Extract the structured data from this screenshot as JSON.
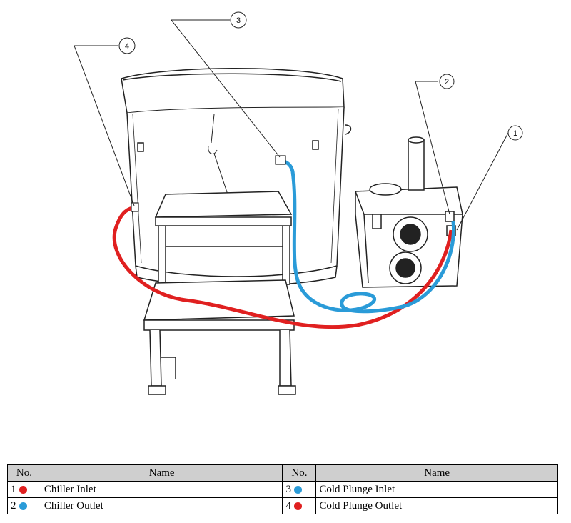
{
  "callouts": [
    "1",
    "2",
    "3",
    "4"
  ],
  "colors": {
    "red": "#e02020",
    "blue": "#2a9bd8",
    "header_bg": "#cfcfcf"
  },
  "table": {
    "headers": [
      "No.",
      "Name",
      "No.",
      "Name"
    ],
    "rows": [
      [
        {
          "no": "1",
          "dot": "red",
          "name": "Chiller Inlet"
        },
        {
          "no": "3",
          "dot": "blue",
          "name": "Cold Plunge Inlet"
        }
      ],
      [
        {
          "no": "2",
          "dot": "blue",
          "name": "Chiller Outlet"
        },
        {
          "no": "4",
          "dot": "red",
          "name": "Cold Plunge Outlet"
        }
      ]
    ]
  }
}
